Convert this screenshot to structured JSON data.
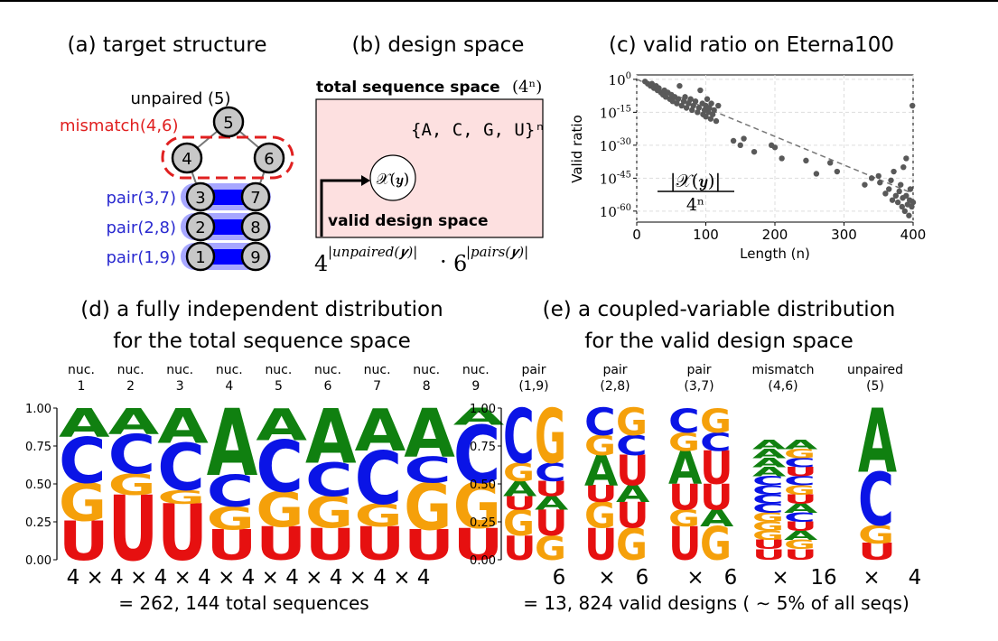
{
  "panels": {
    "a": {
      "title": "(a) target structure",
      "unpaired_label": "unpaired (5)",
      "mismatch_label": "mismatch(4,6)",
      "pair_labels": [
        "pair(3,7)",
        "pair(2,8)",
        "pair(1,9)"
      ],
      "node_labels": [
        "1",
        "2",
        "3",
        "4",
        "5",
        "6",
        "7",
        "8",
        "9"
      ]
    },
    "b": {
      "title": "(b) design space",
      "total_label": "total sequence space",
      "total_math": "(4ⁿ)",
      "alphabet": "{A, C, G, U}ⁿ",
      "valid_symbol": "𝒳(𝒚)",
      "valid_label": "valid design space",
      "formula_base1": "4",
      "formula_exp1": "|unpaired(𝒚)|",
      "formula_dot": "·",
      "formula_base2": "6",
      "formula_exp2": "|pairs(𝒚)|"
    },
    "c": {
      "title": "(c) valid ratio on Eterna100",
      "fraction_num": "|𝒳(𝒚)|",
      "fraction_den": "4ⁿ"
    },
    "d": {
      "title_line1": "(d) a fully independent distribution",
      "title_line2": "for the total sequence space",
      "column_headers": [
        [
          "nuc.",
          "1"
        ],
        [
          "nuc.",
          "2"
        ],
        [
          "nuc.",
          "3"
        ],
        [
          "nuc.",
          "4"
        ],
        [
          "nuc.",
          "5"
        ],
        [
          "nuc.",
          "6"
        ],
        [
          "nuc.",
          "7"
        ],
        [
          "nuc.",
          "8"
        ],
        [
          "nuc.",
          "9"
        ]
      ],
      "product": "4 × 4 × 4 × 4 × 4 × 4 × 4 × 4 × 4",
      "total": "= 262, 144 total sequences"
    },
    "e": {
      "title_line1": "(e) a coupled-variable distribution",
      "title_line2": "for the valid design space",
      "group_headers": [
        [
          "pair",
          "(1,9)"
        ],
        [
          "pair",
          "(2,8)"
        ],
        [
          "pair",
          "(3,7)"
        ],
        [
          "mismatch",
          "(4,6)"
        ],
        [
          "unpaired",
          "(5)"
        ]
      ],
      "product_terms": [
        "6",
        "×",
        "6",
        "×",
        "6",
        "×",
        "16",
        "×",
        "4"
      ],
      "total": "= 13, 824 valid designs ( ∼ 5% of all seqs)"
    }
  },
  "colors": {
    "A": "#108010",
    "C": "#0a14e6",
    "G": "#f5a00a",
    "U": "#e61010",
    "mismatch": "#e02020",
    "pair_text": "#2a2ad0",
    "pair_band": "#0000ff",
    "pink_box": "#fde0e0",
    "node_fill": "#c8c8c8",
    "scatter": "#595959"
  },
  "chart_data": [
    {
      "type": "scatter",
      "xlabel": "Length (n)",
      "ylabel": "Valid ratio",
      "y_scale": "log10",
      "xlim": [
        0,
        400
      ],
      "ylim_exp": [
        -65,
        2
      ],
      "xticks": [
        "0",
        "100",
        "200",
        "300",
        "400"
      ],
      "yticks": [
        "10^0",
        "10^-15",
        "10^-30",
        "10^-45",
        "10^-60"
      ],
      "grid": true,
      "trend_line": [
        [
          0,
          0
        ],
        [
          400,
          -52
        ]
      ],
      "points": [
        [
          12,
          -1
        ],
        [
          16,
          -2
        ],
        [
          20,
          -3
        ],
        [
          22,
          -2
        ],
        [
          25,
          -4
        ],
        [
          28,
          -3
        ],
        [
          30,
          -5
        ],
        [
          32,
          -4
        ],
        [
          35,
          -6
        ],
        [
          38,
          -7
        ],
        [
          40,
          -5
        ],
        [
          42,
          -8
        ],
        [
          45,
          -6
        ],
        [
          48,
          -9
        ],
        [
          50,
          -7
        ],
        [
          52,
          -10
        ],
        [
          55,
          -8
        ],
        [
          58,
          -11
        ],
        [
          60,
          -9
        ],
        [
          62,
          -3
        ],
        [
          65,
          -12
        ],
        [
          68,
          -10
        ],
        [
          70,
          -8
        ],
        [
          72,
          -13
        ],
        [
          75,
          -11
        ],
        [
          78,
          -9
        ],
        [
          80,
          -14
        ],
        [
          82,
          -12
        ],
        [
          85,
          -10
        ],
        [
          88,
          -15
        ],
        [
          90,
          -13
        ],
        [
          92,
          -5
        ],
        [
          95,
          -11
        ],
        [
          96,
          -16
        ],
        [
          98,
          -14
        ],
        [
          100,
          -12
        ],
        [
          100,
          -17
        ],
        [
          102,
          -9
        ],
        [
          104,
          -15
        ],
        [
          105,
          -13
        ],
        [
          107,
          -18
        ],
        [
          108,
          -11
        ],
        [
          110,
          -16
        ],
        [
          112,
          -14
        ],
        [
          115,
          -19
        ],
        [
          118,
          -12
        ],
        [
          140,
          -28
        ],
        [
          150,
          -30
        ],
        [
          155,
          -27
        ],
        [
          170,
          -33
        ],
        [
          195,
          -30
        ],
        [
          200,
          -31
        ],
        [
          210,
          -36
        ],
        [
          245,
          -37
        ],
        [
          260,
          -43
        ],
        [
          280,
          -38
        ],
        [
          290,
          -42
        ],
        [
          330,
          -48
        ],
        [
          340,
          -45
        ],
        [
          350,
          -44
        ],
        [
          352,
          -47
        ],
        [
          360,
          -52
        ],
        [
          365,
          -50
        ],
        [
          368,
          -46
        ],
        [
          370,
          -55
        ],
        [
          372,
          -42
        ],
        [
          375,
          -53
        ],
        [
          378,
          -56
        ],
        [
          380,
          -51
        ],
        [
          382,
          -48
        ],
        [
          384,
          -58
        ],
        [
          385,
          -54
        ],
        [
          386,
          -40
        ],
        [
          388,
          -60
        ],
        [
          390,
          -53
        ],
        [
          390,
          -36
        ],
        [
          392,
          -57
        ],
        [
          394,
          -62
        ],
        [
          395,
          -55
        ],
        [
          396,
          -50
        ],
        [
          398,
          -58
        ],
        [
          399,
          -12
        ],
        [
          400,
          -56
        ]
      ]
    },
    {
      "type": "sequence-logo",
      "title": "(d) a fully independent distribution",
      "ylim": [
        0,
        1
      ],
      "yticks": [
        "0.00",
        "0.25",
        "0.50",
        "0.75",
        "1.00"
      ],
      "columns": [
        {
          "U": 0.26,
          "G": 0.25,
          "C": 0.3,
          "A": 0.19
        },
        {
          "U": 0.43,
          "G": 0.14,
          "C": 0.26,
          "A": 0.17
        },
        {
          "U": 0.37,
          "G": 0.09,
          "C": 0.31,
          "A": 0.23
        },
        {
          "U": 0.2,
          "G": 0.15,
          "C": 0.21,
          "A": 0.44
        },
        {
          "U": 0.22,
          "G": 0.23,
          "C": 0.34,
          "A": 0.21
        },
        {
          "U": 0.21,
          "G": 0.21,
          "C": 0.22,
          "A": 0.36
        },
        {
          "U": 0.22,
          "G": 0.15,
          "C": 0.35,
          "A": 0.28
        },
        {
          "U": 0.2,
          "G": 0.31,
          "C": 0.17,
          "A": 0.32
        },
        {
          "U": 0.21,
          "G": 0.3,
          "C": 0.38,
          "A": 0.11
        }
      ]
    },
    {
      "type": "sequence-logo",
      "title": "(e) a coupled-variable distribution",
      "ylim": [
        0,
        1
      ],
      "yticks": [
        "0.00",
        "0.25",
        "0.50",
        "0.75",
        "1.00"
      ],
      "groups": [
        {
          "left": [
            {
              "b": "U",
              "p": 0.16
            },
            {
              "b": "G",
              "p": 0.17
            },
            {
              "b": "U",
              "p": 0.09
            },
            {
              "b": "A",
              "p": 0.1
            },
            {
              "b": "G",
              "p": 0.12
            },
            {
              "b": "C",
              "p": 0.36
            }
          ],
          "right": [
            {
              "b": "G",
              "p": 0.16
            },
            {
              "b": "U",
              "p": 0.17
            },
            {
              "b": "A",
              "p": 0.09
            },
            {
              "b": "U",
              "p": 0.1
            },
            {
              "b": "C",
              "p": 0.12
            },
            {
              "b": "G",
              "p": 0.36
            }
          ]
        },
        {
          "left": [
            {
              "b": "U",
              "p": 0.21
            },
            {
              "b": "G",
              "p": 0.17
            },
            {
              "b": "U",
              "p": 0.11
            },
            {
              "b": "A",
              "p": 0.2
            },
            {
              "b": "G",
              "p": 0.13
            },
            {
              "b": "C",
              "p": 0.18
            }
          ],
          "right": [
            {
              "b": "G",
              "p": 0.21
            },
            {
              "b": "U",
              "p": 0.17
            },
            {
              "b": "A",
              "p": 0.11
            },
            {
              "b": "U",
              "p": 0.2
            },
            {
              "b": "C",
              "p": 0.13
            },
            {
              "b": "G",
              "p": 0.18
            }
          ]
        },
        {
          "left": [
            {
              "b": "U",
              "p": 0.22
            },
            {
              "b": "G",
              "p": 0.11
            },
            {
              "b": "U",
              "p": 0.17
            },
            {
              "b": "A",
              "p": 0.22
            },
            {
              "b": "G",
              "p": 0.12
            },
            {
              "b": "C",
              "p": 0.16
            }
          ],
          "right": [
            {
              "b": "G",
              "p": 0.22
            },
            {
              "b": "A",
              "p": 0.11
            },
            {
              "b": "U",
              "p": 0.17
            },
            {
              "b": "U",
              "p": 0.22
            },
            {
              "b": "C",
              "p": 0.12
            },
            {
              "b": "G",
              "p": 0.16
            }
          ]
        },
        {
          "left": [
            {
              "b": "U",
              "p": 0.07
            },
            {
              "b": "U",
              "p": 0.06
            },
            {
              "b": "G",
              "p": 0.06
            },
            {
              "b": "G",
              "p": 0.06
            },
            {
              "b": "G",
              "p": 0.06
            },
            {
              "b": "C",
              "p": 0.06
            },
            {
              "b": "C",
              "p": 0.06
            },
            {
              "b": "C",
              "p": 0.06
            },
            {
              "b": "C",
              "p": 0.06
            },
            {
              "b": "A",
              "p": 0.06
            },
            {
              "b": "A",
              "p": 0.06
            },
            {
              "b": "A",
              "p": 0.06
            },
            {
              "b": "A",
              "p": 0.06
            }
          ],
          "right": [
            {
              "b": "U",
              "p": 0.07
            },
            {
              "b": "G",
              "p": 0.06
            },
            {
              "b": "A",
              "p": 0.06
            },
            {
              "b": "U",
              "p": 0.06
            },
            {
              "b": "C",
              "p": 0.06
            },
            {
              "b": "A",
              "p": 0.06
            },
            {
              "b": "U",
              "p": 0.06
            },
            {
              "b": "G",
              "p": 0.06
            },
            {
              "b": "C",
              "p": 0.06
            },
            {
              "b": "U",
              "p": 0.06
            },
            {
              "b": "C",
              "p": 0.06
            },
            {
              "b": "G",
              "p": 0.06
            },
            {
              "b": "A",
              "p": 0.06
            }
          ]
        },
        {
          "single": [
            {
              "b": "U",
              "p": 0.11
            },
            {
              "b": "G",
              "p": 0.12
            },
            {
              "b": "C",
              "p": 0.35
            },
            {
              "b": "A",
              "p": 0.42
            }
          ]
        }
      ]
    }
  ]
}
